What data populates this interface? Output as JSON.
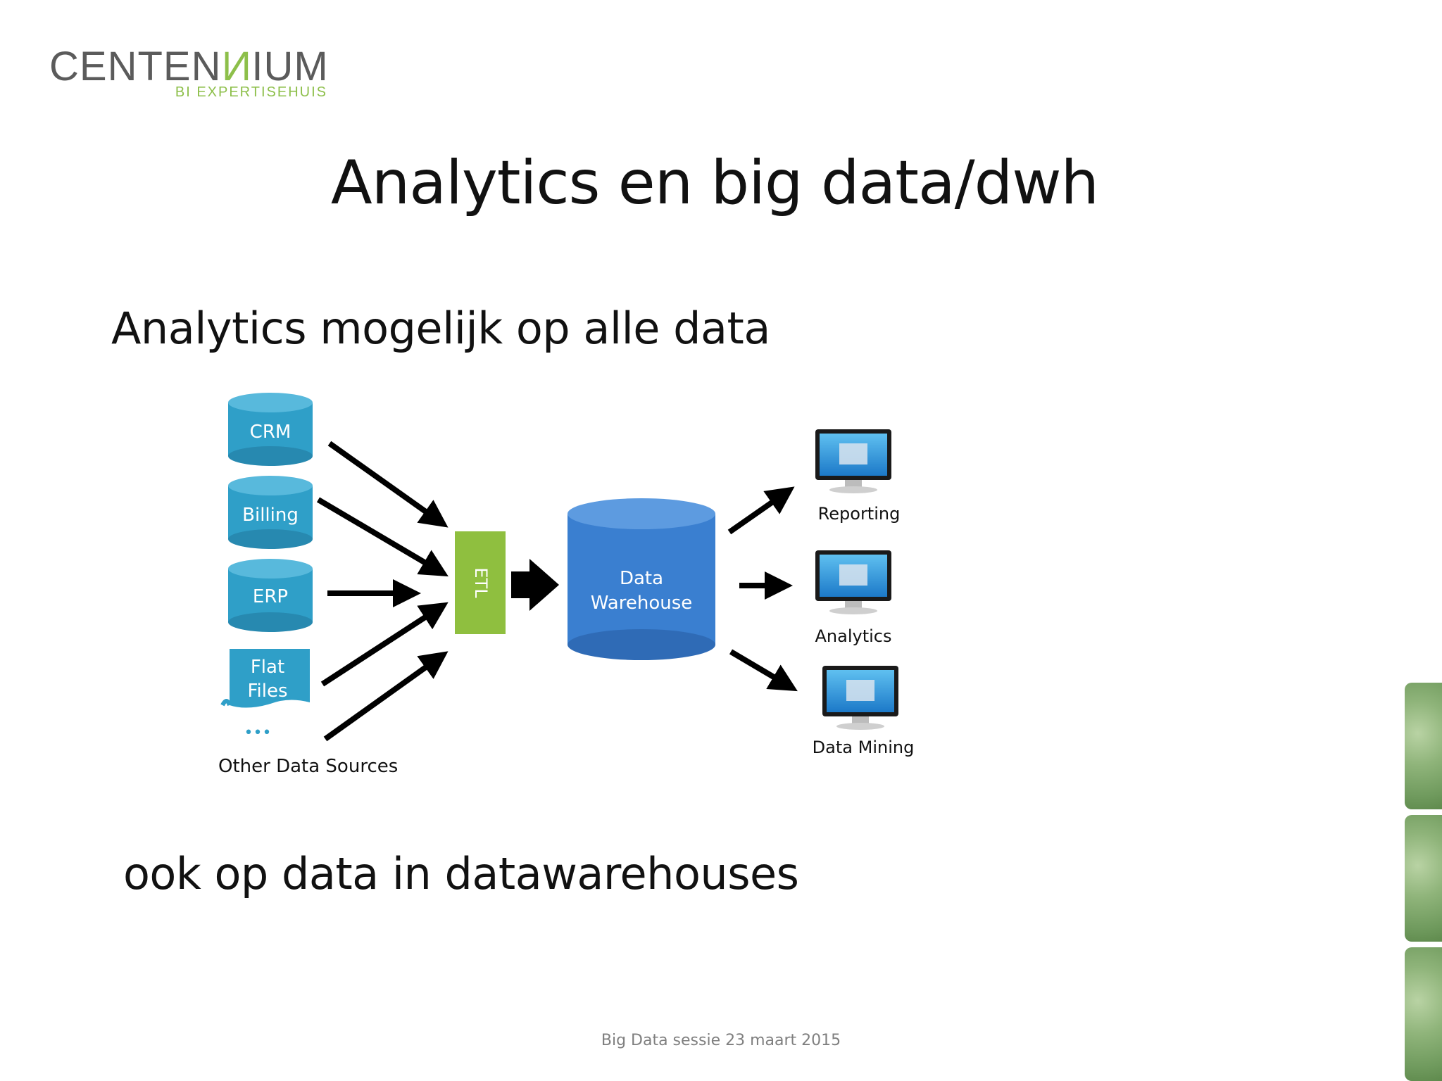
{
  "logo": {
    "main_prefix": "CENTEN",
    "main_n": "N",
    "main_suffix": "IUM",
    "sub": "BI EXPERTISEHUIS"
  },
  "slide": {
    "title": "Analytics en big data/dwh",
    "bullet1": "Analytics mogelijk op alle data",
    "bullet2": "ook op data in datawarehouses",
    "footer": "Big Data sessie 23 maart 2015"
  },
  "diagram": {
    "sources": [
      {
        "label": "CRM"
      },
      {
        "label": "Billing"
      },
      {
        "label": "ERP"
      },
      {
        "label_line1": "Flat",
        "label_line2": "Files"
      }
    ],
    "other_dots": "•••",
    "other_label": "Other Data Sources",
    "etl_label": "ETL",
    "warehouse_line1": "Data",
    "warehouse_line2": "Warehouse",
    "outputs": [
      "Reporting",
      "Analytics",
      "Data Mining"
    ],
    "colors": {
      "source": "#2f9fc8",
      "etl": "#8fbf3f",
      "warehouse": "#3a7fd0",
      "monitor": "#2a8fd8"
    }
  }
}
